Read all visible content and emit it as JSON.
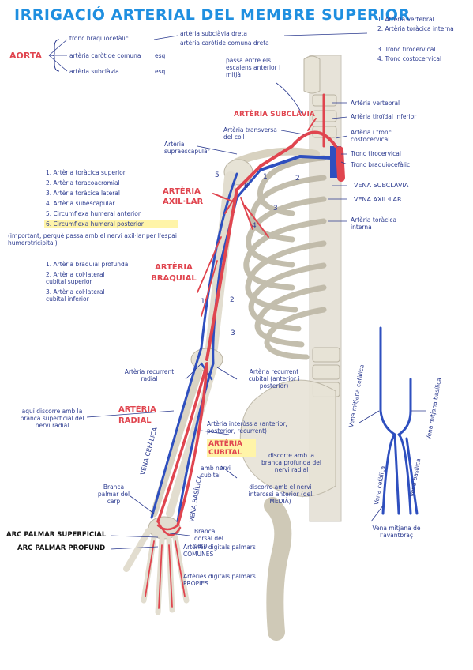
{
  "title": "IRRIGACIÓ ARTERIAL DEL MEMBRE SUPERIOR",
  "aorta": {
    "label": "AORTA",
    "branches": [
      "tronc braquiocefàlic",
      "artèria caròtide comuna",
      "artèria subclàvia"
    ],
    "esq1": "esq",
    "esq2": "esq",
    "right_branch_1": "artèria subclàvia dreta",
    "right_branch_2": "artèria caròtide comuna dreta"
  },
  "subclavia_branches": [
    "1. Artèria vertebral",
    "2. Artèria toràcica interna",
    "3. Tronc tirocervical",
    "4. Tronc costocervical"
  ],
  "note_escalens": "passa entre els escalens anterior i mitjà",
  "labels": {
    "arteria_subclavia": "ARTÈRIA SUBCLÀVIA",
    "arteria_transversa": "Artèria transversa del coll",
    "arteria_supraescapular": "Artèria supraescapular",
    "arteria_vertebral": "Artèria vertebral",
    "arteria_tiroidal": "Artèria tiroïdal inferior",
    "arteria_tronc_costocervical": "Artèria i tronc costocervical",
    "tronc_tirocervical": "Tronc tirocervical",
    "tronc_braquiocefalic": "Tronc braquiocefàlic",
    "vena_subclavia": "VENA SUBCLÀVIA",
    "vena_axillar": "VENA AXIL·LAR",
    "arteria_toracica_interna": "Artèria toràcica interna",
    "arteria_axillar": "ARTÈRIA AXIL·LAR",
    "arteria_braquial": "ARTÈRIA BRAQUIAL",
    "arteria_radial": "ARTÈRIA RADIAL",
    "arteria_cubital": "ARTÈRIA CUBITAL",
    "arteria_recurrent_radial": "Artèria recurrent radial",
    "arteria_recurrent_cubital": "Artèria recurrent cubital (anterior i posterior)",
    "radial_note": "aquí discorre amb la branca superficial del nervi radial",
    "interossia": "Artèria interòssia (anterior, posterior, recurrent)",
    "cubital_note": "discorre amb la branca profunda del nervi radial",
    "nervi_cubital": "amb nervi cubital",
    "discorre_nervi_interossi": "discorre amb el nervi interossi anterior (del MEDIÀ)",
    "vena_cefalica": "VENA CEFÀLICA",
    "vena_basilica": "VENA BASÍLICA",
    "branca_palmar": "Branca palmar del carp",
    "arc_superficial": "ARC PALMAR SUPERFICIAL",
    "arc_profund": "ARC PALMAR PROFUND",
    "branca_dorsal": "Branca dorsal del carp",
    "digitals_comunes": "Artèries digitals palmars COMUNES",
    "digitals_propies": "Artèries digitals palmars PRÒPIES",
    "vena_mitjana_cefalica": "Vena mitjana cefàlica",
    "vena_mitjana_basilica": "Vena mitjana basílica",
    "vena_cefalica_small": "Vena cefàlica",
    "vena_basilica_small": "Vena basílica",
    "vena_mitjana_avantbras": "Vena mitjana de l'avantbraç",
    "important_note": "(important, perquè passa amb el nervi axil·lar per l'espai humerotricipital)"
  },
  "axillar_branches": [
    "1. Artèria toràcica superior",
    "2. Artèria toracoacromial",
    "3. Artèria toràcica lateral",
    "4. Artèria subescapular",
    "5. Circumflexa humeral anterior",
    "6. Circumflexa humeral posterior"
  ],
  "braquial_branches": [
    "1. Artèria braquial profunda",
    "2. Artèria col·lateral cubital superior",
    "3. Artèria col·lateral cubital inferior"
  ],
  "diagram_numbers": [
    "1",
    "2",
    "3",
    "4",
    "5",
    "6",
    "1",
    "2",
    "3"
  ],
  "colors": {
    "artery": "#e0454f",
    "vein": "#2e4fbf",
    "ink": "#2b3a8f",
    "title": "#1f8fe0",
    "highlight": "#fff4a8"
  }
}
